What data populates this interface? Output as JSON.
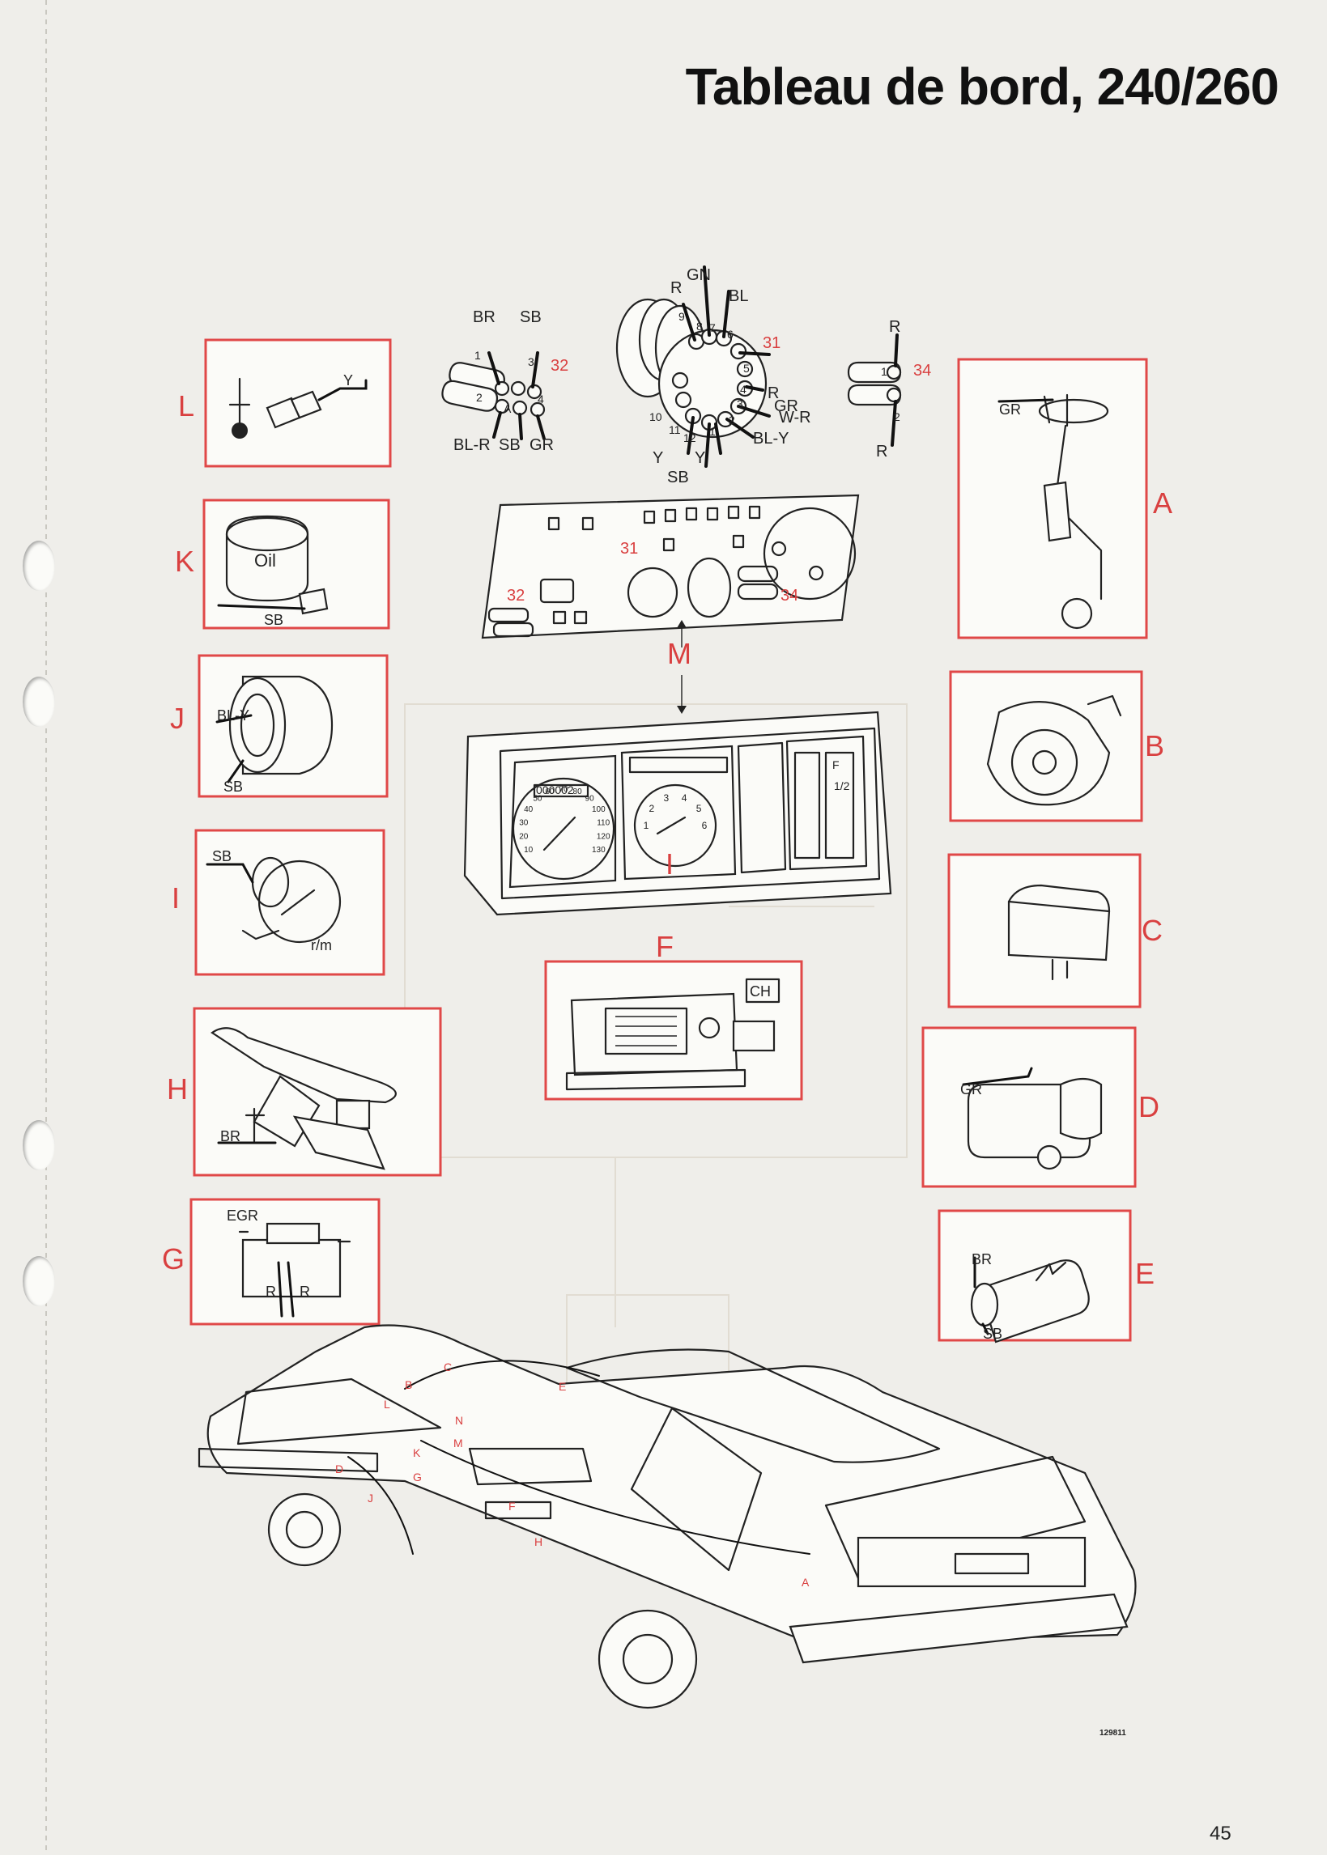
{
  "title": "Tableau de bord, 240/260",
  "page_number": "45",
  "ref_number": "129811",
  "callouts": {
    "L": "L",
    "K": "K",
    "J": "J",
    "I": "I",
    "H": "H",
    "G": "G",
    "A": "A",
    "B": "B",
    "C": "C",
    "D": "D",
    "E": "E",
    "F": "F",
    "M": "M",
    "CH": "CH"
  },
  "connectors": {
    "c32": "32",
    "c31": "31",
    "c34": "34"
  },
  "connector32": {
    "top_left": "BR",
    "top_right": "SB",
    "bottom": [
      "BL-R",
      "SB",
      "GR"
    ],
    "pins": [
      "1",
      "2",
      "A",
      "3",
      "4"
    ]
  },
  "connector31": {
    "top": [
      "GN",
      "R",
      "BL"
    ],
    "right": [
      "GR",
      "R",
      "W-R",
      "BL-Y"
    ],
    "bottom": [
      "Y",
      "SB",
      "Y"
    ],
    "pins": [
      "9",
      "8",
      "7",
      "6",
      "5",
      "4",
      "3",
      "2",
      "1",
      "10",
      "11",
      "12"
    ]
  },
  "connector34": {
    "top": "R",
    "bottom": "R",
    "pins": [
      "1",
      "2"
    ]
  },
  "component_labels": {
    "L_wire": "Y",
    "K_text": "Oil",
    "K_wire": "SB",
    "J_wire_top": "BL-Y",
    "J_wire_bottom": "SB",
    "I_wire": "SB",
    "I_unit": "r/m",
    "H_wire": "BR",
    "G_top": "EGR",
    "G_wire1": "R",
    "G_wire2": "R",
    "A_wire": "GR",
    "D_wire": "GR",
    "E_wire_top": "BR",
    "E_wire_bottom": "SB"
  },
  "instrument_cluster": {
    "odometer": "000002",
    "speed_ticks": [
      "10",
      "20",
      "30",
      "40",
      "50",
      "60",
      "70",
      "80",
      "90",
      "100",
      "110",
      "120",
      "130"
    ],
    "tach_ticks": [
      "1",
      "2",
      "3",
      "4",
      "5",
      "6"
    ],
    "fuel_marks": [
      "F",
      "1/2"
    ]
  },
  "car_labels": [
    "C",
    "B",
    "L",
    "E",
    "N",
    "M",
    "D",
    "J",
    "G",
    "K",
    "F",
    "H",
    "A"
  ]
}
